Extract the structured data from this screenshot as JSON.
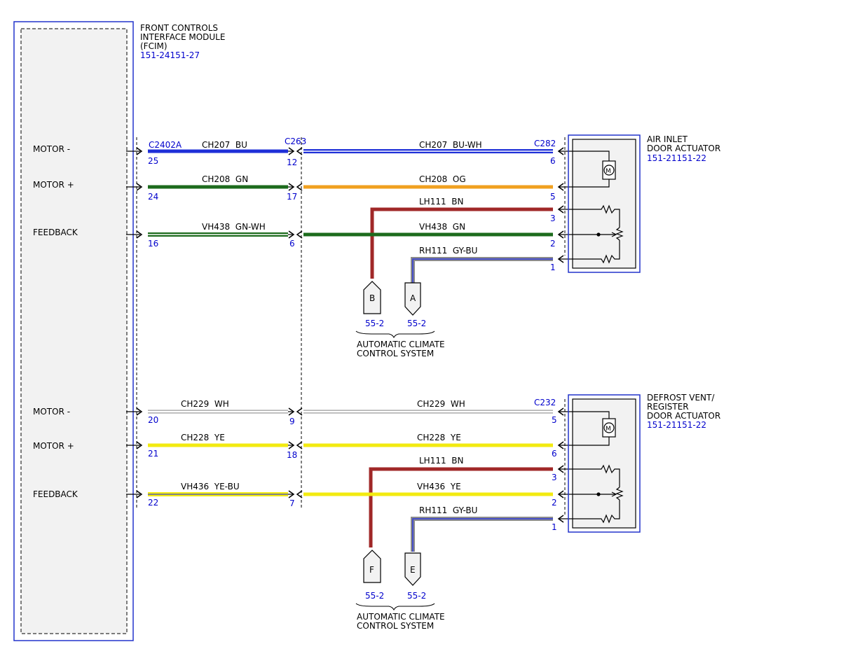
{
  "colors": {
    "module_border": "#2233cc",
    "module_fill": "#f2f2f2",
    "link_blue": "#0000cc",
    "bu": "#1e2fd8",
    "bu_wh_stripe": "#ffffff",
    "gn": "#1d6b1d",
    "og": "#f0a020",
    "bn": "#a02828",
    "gy": "#8c8c8c",
    "wh": "#cfcfcf",
    "ye": "#f2ea10",
    "stripe_bu": "#3c46d0",
    "stripe_wh": "#ffffff"
  },
  "fcim": {
    "name_line1": "FRONT CONTROLS",
    "name_line2": "INTERFACE MODULE",
    "name_line3": "(FCIM)",
    "ref": "151-24151-27"
  },
  "connectors": {
    "c2402a": "C2402A",
    "c263": "C263",
    "c282": "C282",
    "c232": "C232"
  },
  "actuators": {
    "air_inlet": {
      "line1": "AIR INLET",
      "line2": "DOOR ACTUATOR",
      "ref": "151-21151-22"
    },
    "defrost": {
      "line1": "DEFROST VENT/",
      "line2": "REGISTER",
      "line3": "DOOR ACTUATOR",
      "ref": "151-21151-22"
    }
  },
  "signals": {
    "motor_minus_1": "MOTOR -",
    "motor_plus_1": "MOTOR +",
    "feedback_1": "FEEDBACK",
    "motor_minus_2": "MOTOR -",
    "motor_plus_2": "MOTOR +",
    "feedback_2": "FEEDBACK"
  },
  "wires": {
    "ch207_bu": "CH207  BU",
    "ch207_buwh": "CH207  BU-WH",
    "ch208_gn": "CH208  GN",
    "ch208_og": "CH208  OG",
    "lh111_bn_1": "LH111  BN",
    "vh438_gnwh": "VH438  GN-WH",
    "vh438_gn": "VH438  GN",
    "rh111_gybu_1": "RH111  GY-BU",
    "ch229_wh_l": "CH229  WH",
    "ch229_wh_r": "CH229  WH",
    "ch228_ye_l": "CH228  YE",
    "ch228_ye_r": "CH228  YE",
    "lh111_bn_2": "LH111  BN",
    "vh436_yebu": "VH436  YE-BU",
    "vh436_ye": "VH436  YE",
    "rh111_gybu_2": "RH111  GY-BU"
  },
  "pins": {
    "p25": "25",
    "p24": "24",
    "p16": "16",
    "p12": "12",
    "p17": "17",
    "p6a": "6",
    "a6": "6",
    "a5": "5",
    "a3": "3",
    "a2": "2",
    "a1": "1",
    "p20": "20",
    "p21": "21",
    "p22": "22",
    "p9": "9",
    "p18": "18",
    "p7": "7",
    "d5": "5",
    "d6": "6",
    "d3": "3",
    "d2": "2",
    "d1": "1"
  },
  "offpage": {
    "B": "B",
    "A": "A",
    "F": "F",
    "E": "E",
    "ref_b": "55-2",
    "ref_a": "55-2",
    "ref_f": "55-2",
    "ref_e": "55-2"
  },
  "system": {
    "top_line1": "AUTOMATIC CLIMATE",
    "top_line2": "CONTROL SYSTEM",
    "bot_line1": "AUTOMATIC CLIMATE",
    "bot_line2": "CONTROL SYSTEM"
  },
  "symbols": {
    "motor_1": "M",
    "motor_2": "M"
  }
}
